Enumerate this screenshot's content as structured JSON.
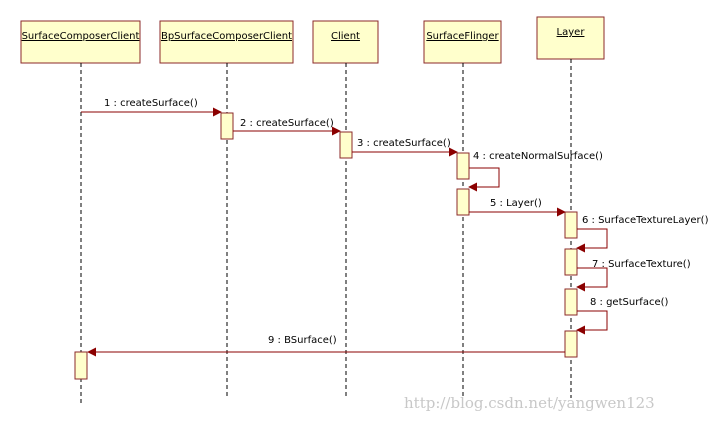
{
  "lifelines": [
    {
      "id": "surfacecomposerclient",
      "label": "SurfaceComposerClient"
    },
    {
      "id": "bpsurfacecomposerclient",
      "label": "BpSurfaceComposerClient"
    },
    {
      "id": "client",
      "label": "Client"
    },
    {
      "id": "surfaceflinger",
      "label": "SurfaceFlinger"
    },
    {
      "id": "layer",
      "label": "Layer"
    }
  ],
  "messages": [
    {
      "label": "1 : createSurface()",
      "from": "surfacecomposerclient",
      "to": "bpsurfacecomposerclient"
    },
    {
      "label": "2 : createSurface()",
      "from": "bpsurfacecomposerclient",
      "to": "client"
    },
    {
      "label": "3 : createSurface()",
      "from": "client",
      "to": "surfaceflinger"
    },
    {
      "label": "4 : createNormalSurface()",
      "from": "surfaceflinger",
      "to": "surfaceflinger"
    },
    {
      "label": "5 : Layer()",
      "from": "surfaceflinger",
      "to": "layer"
    },
    {
      "label": "6 : SurfaceTextureLayer()",
      "from": "layer",
      "to": "layer"
    },
    {
      "label": "7 : SurfaceTexture()",
      "from": "layer",
      "to": "layer"
    },
    {
      "label": "8 : getSurface()",
      "from": "layer",
      "to": "layer"
    },
    {
      "label": "9 : BSurface()",
      "from": "layer",
      "to": "surfacecomposerclient"
    }
  ],
  "colors": {
    "box_fill": "#ffffcc",
    "box_border": "#8b2a2a",
    "message_line": "#8b0000",
    "lifeline": "#000000"
  },
  "watermark": "http://blog.csdn.net/yangwen123"
}
